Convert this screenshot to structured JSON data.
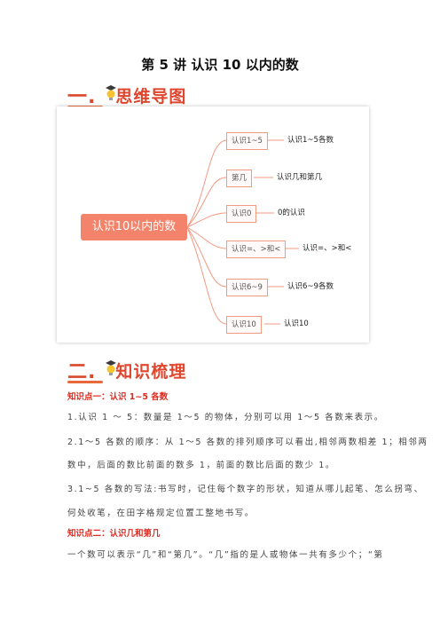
{
  "title": "第 5 讲 认识 10 以内的数",
  "section1": {
    "num": "一.",
    "text": "思维导图"
  },
  "mindmap": {
    "center": "认识10以内的数",
    "branches": [
      {
        "node": "认识1~5",
        "leaf": "认识1~5各数"
      },
      {
        "node": "第几",
        "leaf": "认识几和第几"
      },
      {
        "node": "认识0",
        "leaf": "0的认识"
      },
      {
        "node": "认识=、>和<",
        "leaf": "认识=、>和<"
      },
      {
        "node": "认识6~9",
        "leaf": "认识6~9各数"
      },
      {
        "node": "认识10",
        "leaf": "认识10"
      }
    ]
  },
  "section2": {
    "num": "二.",
    "text": "知识梳理"
  },
  "kp1": "知识点一：认识 1~5 各数",
  "p1": "1.认识 1 ～ 5：数量是 1～5 的物体，分别可以用 1～5 各数来表示。",
  "p2a": "2.1～5 各数的顺序：从 1～5 各数的排列顺序可以看出,相邻两数相差 1；相邻两",
  "p2b": "数中，后面的数比前面的数多 1，前面的数比后面的数少 1。",
  "p3a": "3.1~5 各数的写法:书写时，记住每个数字的形状，知道从哪儿起笔、怎么拐弯、",
  "p3b": "何处收笔，在田字格规定位置工整地书写。",
  "kp2": "知识点二：认识几和第几",
  "p4": "一个数可以表示“几”和“第几”。“几”指的是人或物体一共有多少个；“第"
}
